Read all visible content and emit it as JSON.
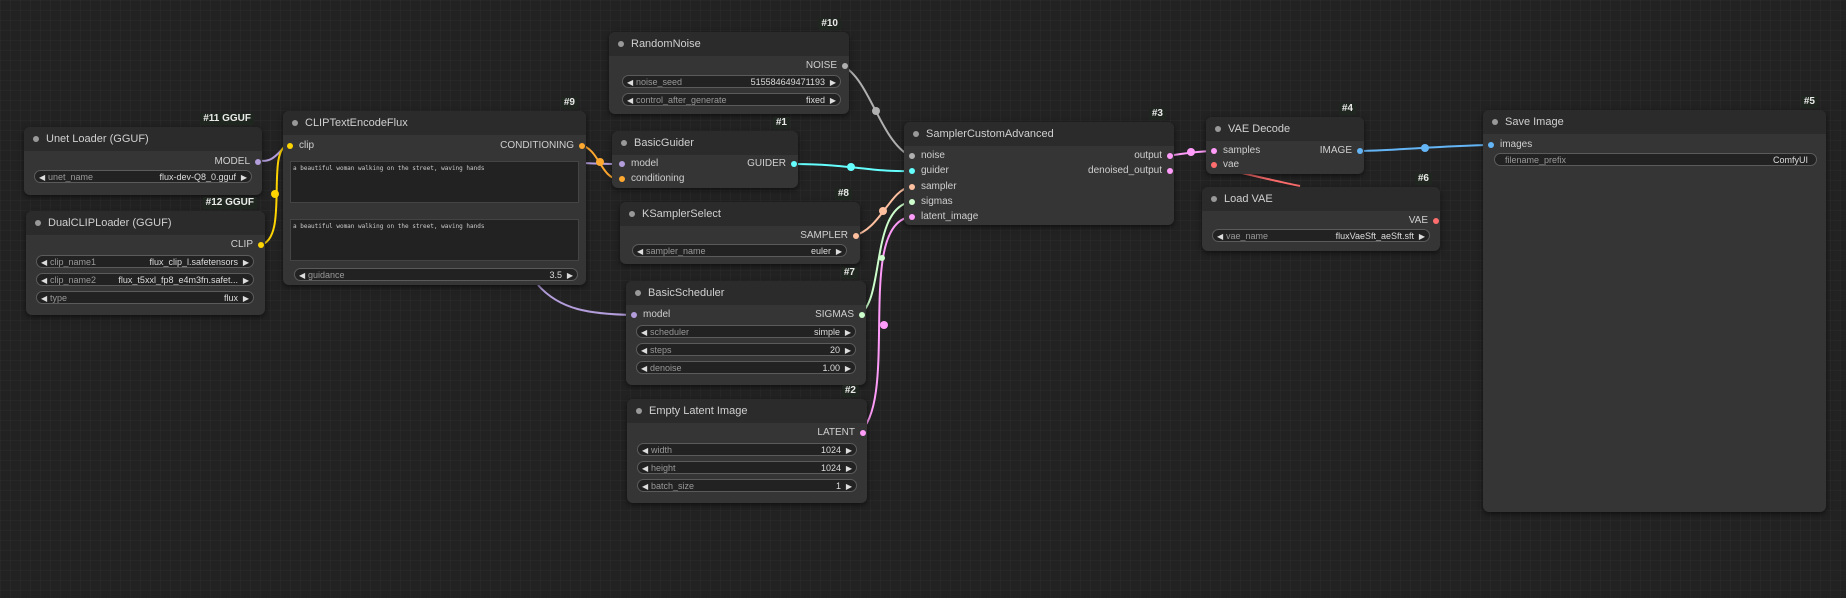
{
  "colors": {
    "model": "#b39ddb",
    "clip": "#ffd500",
    "conditioning": "#ffa931",
    "guider": "#66ffff",
    "sampler": "#ffc0a0",
    "sigmas": "#cdffcd",
    "latent": "#ff9cf9",
    "image": "#64b5f6",
    "vae": "#ff6e6e",
    "noise": "#b0b0b0"
  },
  "nodes": {
    "unet_loader": {
      "id": "#11 GGUF",
      "title": "Unet Loader (GGUF)",
      "output": "MODEL",
      "widgets": [
        {
          "label": "unet_name",
          "value": "flux-dev-Q8_0.gguf"
        }
      ]
    },
    "dualclip": {
      "id": "#12 GGUF",
      "title": "DualCLIPLoader (GGUF)",
      "output": "CLIP",
      "widgets": [
        {
          "label": "clip_name1",
          "value": "flux_clip_l.safetensors"
        },
        {
          "label": "clip_name2",
          "value": "flux_t5xxl_fp8_e4m3fn.safet..."
        },
        {
          "label": "type",
          "value": "flux"
        }
      ]
    },
    "clip_text": {
      "id": "#9",
      "title": "CLIPTextEncodeFlux",
      "input": "clip",
      "output": "CONDITIONING",
      "text1": "a beautiful woman walking on the street, waving hands",
      "text2": "a beautiful woman walking on the street, waving hands",
      "widgets": [
        {
          "label": "guidance",
          "value": "3.5"
        }
      ]
    },
    "random_noise": {
      "id": "#10",
      "title": "RandomNoise",
      "output": "NOISE",
      "widgets": [
        {
          "label": "noise_seed",
          "value": "515584649471193"
        },
        {
          "label": "control_after_generate",
          "value": "fixed"
        }
      ]
    },
    "basic_guider": {
      "id": "#1",
      "title": "BasicGuider",
      "inputs": [
        "model",
        "conditioning"
      ],
      "output": "GUIDER"
    },
    "ksampler_select": {
      "id": "#8",
      "title": "KSamplerSelect",
      "output": "SAMPLER",
      "widgets": [
        {
          "label": "sampler_name",
          "value": "euler"
        }
      ]
    },
    "basic_scheduler": {
      "id": "#7",
      "title": "BasicScheduler",
      "input": "model",
      "output": "SIGMAS",
      "widgets": [
        {
          "label": "scheduler",
          "value": "simple"
        },
        {
          "label": "steps",
          "value": "20"
        },
        {
          "label": "denoise",
          "value": "1.00"
        }
      ]
    },
    "empty_latent": {
      "id": "#2",
      "title": "Empty Latent Image",
      "output": "LATENT",
      "widgets": [
        {
          "label": "width",
          "value": "1024"
        },
        {
          "label": "height",
          "value": "1024"
        },
        {
          "label": "batch_size",
          "value": "1"
        }
      ]
    },
    "sampler_custom": {
      "id": "#3",
      "title": "SamplerCustomAdvanced",
      "inputs": [
        "noise",
        "guider",
        "sampler",
        "sigmas",
        "latent_image"
      ],
      "outputs": [
        "output",
        "denoised_output"
      ]
    },
    "vae_decode": {
      "id": "#4",
      "title": "VAE Decode",
      "inputs": [
        "samples",
        "vae"
      ],
      "output": "IMAGE"
    },
    "load_vae": {
      "id": "#6",
      "title": "Load VAE",
      "output": "VAE",
      "widgets": [
        {
          "label": "vae_name",
          "value": "fluxVaeSft_aeSft.sft"
        }
      ]
    },
    "save_image": {
      "id": "#5",
      "title": "Save Image",
      "input": "images",
      "widgets": [
        {
          "label": "filename_prefix",
          "value": "ComfyUI"
        }
      ]
    }
  }
}
